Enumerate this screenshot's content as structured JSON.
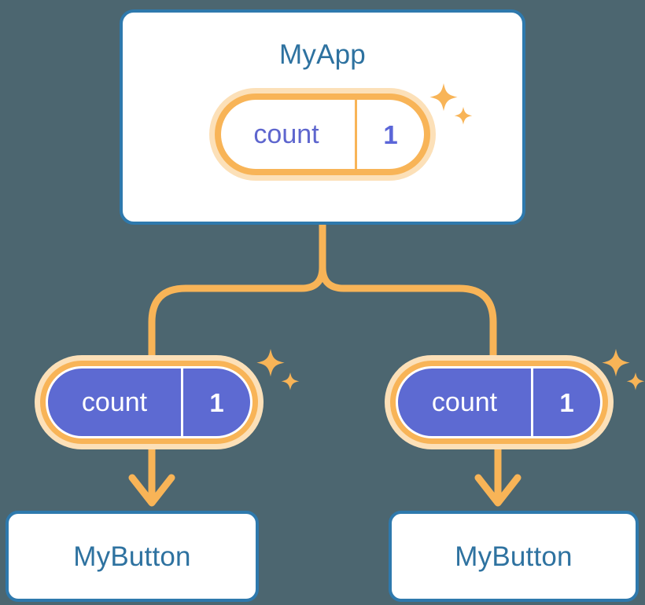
{
  "diagram": {
    "title": "MyApp",
    "background_color": "#4c6670",
    "accent_orange": "#f8b457",
    "accent_orange_pale": "#fce0b8",
    "accent_blue": "#2e79ad",
    "accent_purple": "#5d6ad2",
    "title_text_color": "#2e72a0"
  },
  "root": {
    "name": "MyApp",
    "state": {
      "key": "count",
      "value": "1"
    }
  },
  "branches": [
    {
      "state": {
        "key": "count",
        "value": "1"
      },
      "component": {
        "name": "MyButton"
      }
    },
    {
      "state": {
        "key": "count",
        "value": "1"
      },
      "component": {
        "name": "MyButton"
      }
    }
  ],
  "icons": {
    "sparkle": "sparkle-icon",
    "arrow_down": "arrow-down-icon"
  }
}
